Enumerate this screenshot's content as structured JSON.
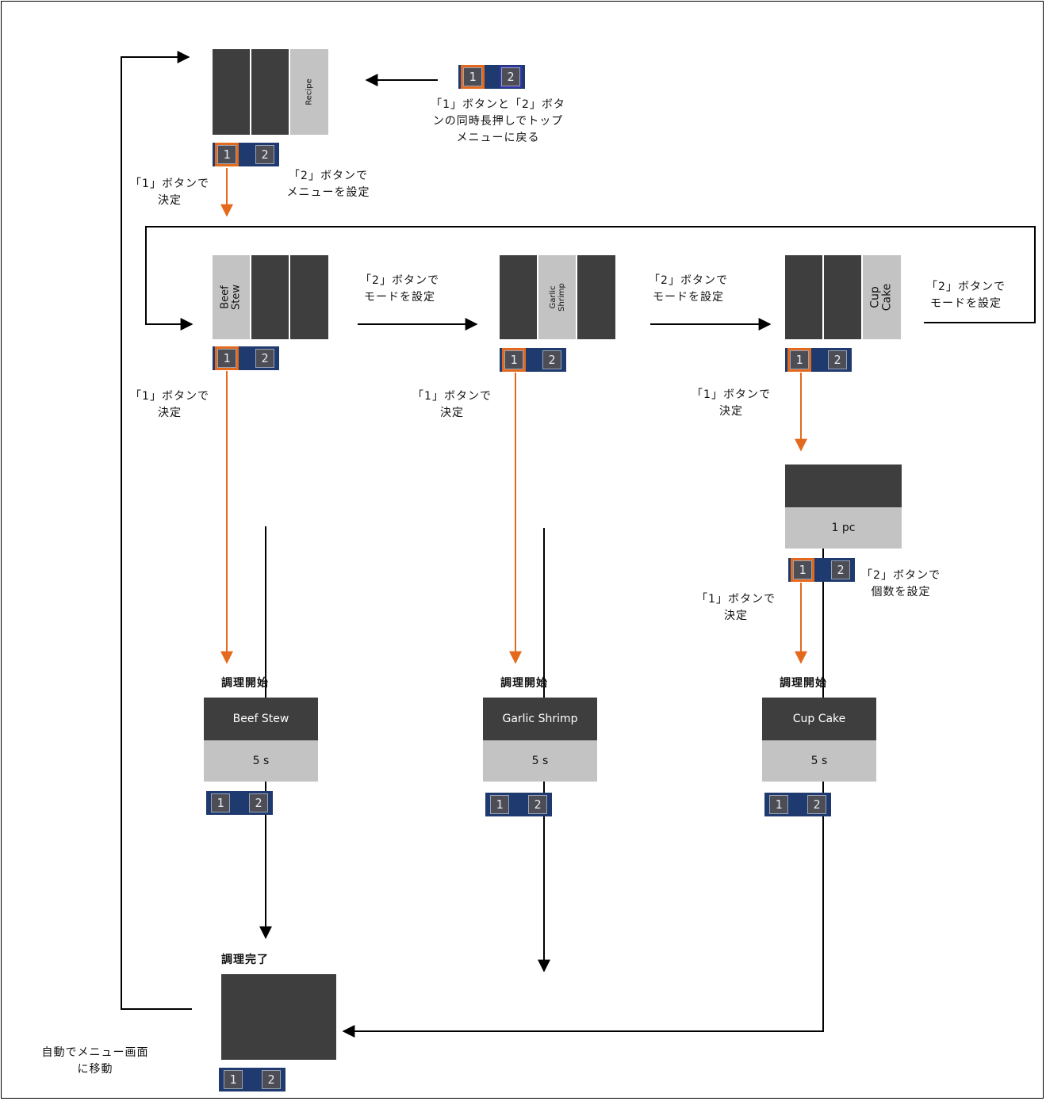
{
  "buttons": {
    "one": "1",
    "two": "2"
  },
  "top_menu": {
    "recipe_label": "Recipe"
  },
  "notes": {
    "long_press": "「1」ボタンと「2」ボタ\nンの同時長押しでトップ\nメニューに戻る",
    "btn2_menu": "「2」ボタンで\nメニューを設定",
    "btn1_decide": "「1」ボタンで\n決定",
    "btn2_mode": "「2」ボタンで\nモードを設定",
    "btn2_count": "「2」ボタンで\n個数を設定",
    "auto_return": "自動でメニュー画面\nに移動"
  },
  "modes": [
    {
      "panel_label": "Beef\nStew",
      "title": "調理開始",
      "name": "Beef Stew",
      "time": "5 s"
    },
    {
      "panel_label": "Garlic\nShrimp",
      "title": "調理開始",
      "name": "Garlic Shrimp",
      "time": "5 s"
    },
    {
      "panel_label": "Cup\nCake",
      "title": "調理開始",
      "name": "Cup Cake",
      "time": "5 s"
    }
  ],
  "count_screen": {
    "value": "1 pc"
  },
  "done": {
    "title": "調理完了"
  },
  "colors": {
    "dark_panel": "#3e3e3e",
    "light_panel": "#c3c3c3",
    "button_bar": "#1e3a6e",
    "accent_orange": "#e36a1d",
    "line": "#000000"
  }
}
